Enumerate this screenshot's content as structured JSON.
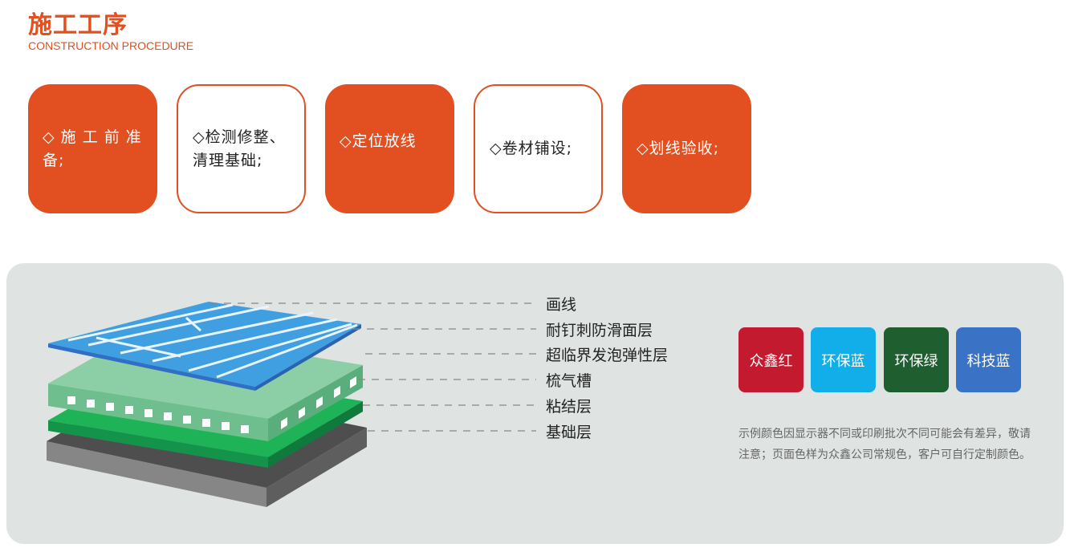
{
  "header": {
    "title": "施工工序",
    "subtitle": "CONSTRUCTION PROCEDURE"
  },
  "steps": [
    {
      "label": "◇ 施 工 前 准 备;",
      "style": "filled"
    },
    {
      "label": "◇检测修整、清理基础;",
      "style": "outline"
    },
    {
      "label": "◇定位放线",
      "style": "filled"
    },
    {
      "label": "◇卷材铺设;",
      "style": "outline"
    },
    {
      "label": "◇划线验收;",
      "style": "filled"
    }
  ],
  "layers": {
    "labels": [
      "画线",
      "耐钉刺防滑面层",
      "超临界发泡弹性层",
      "梳气槽",
      "粘结层",
      "基础层"
    ]
  },
  "swatches": [
    {
      "label": "众鑫红",
      "color": "#c41a30"
    },
    {
      "label": "环保蓝",
      "color": "#11aee9"
    },
    {
      "label": "环保绿",
      "color": "#1f5e2e"
    },
    {
      "label": "科技蓝",
      "color": "#3a73c6"
    }
  ],
  "note": "示例颜色因显示器不同或印刷批次不同可能会有差异，敬请注意；页面色样为众鑫公司常规色，客户可自行定制颜色。",
  "colors": {
    "accent": "#e24f21",
    "panel": "#dfe4e3",
    "base_layer": "#7b7a7a",
    "adhesive_layer": "#19ae55",
    "foam_layer": "#80c99c",
    "surface_layer": "#3f9fe0"
  }
}
